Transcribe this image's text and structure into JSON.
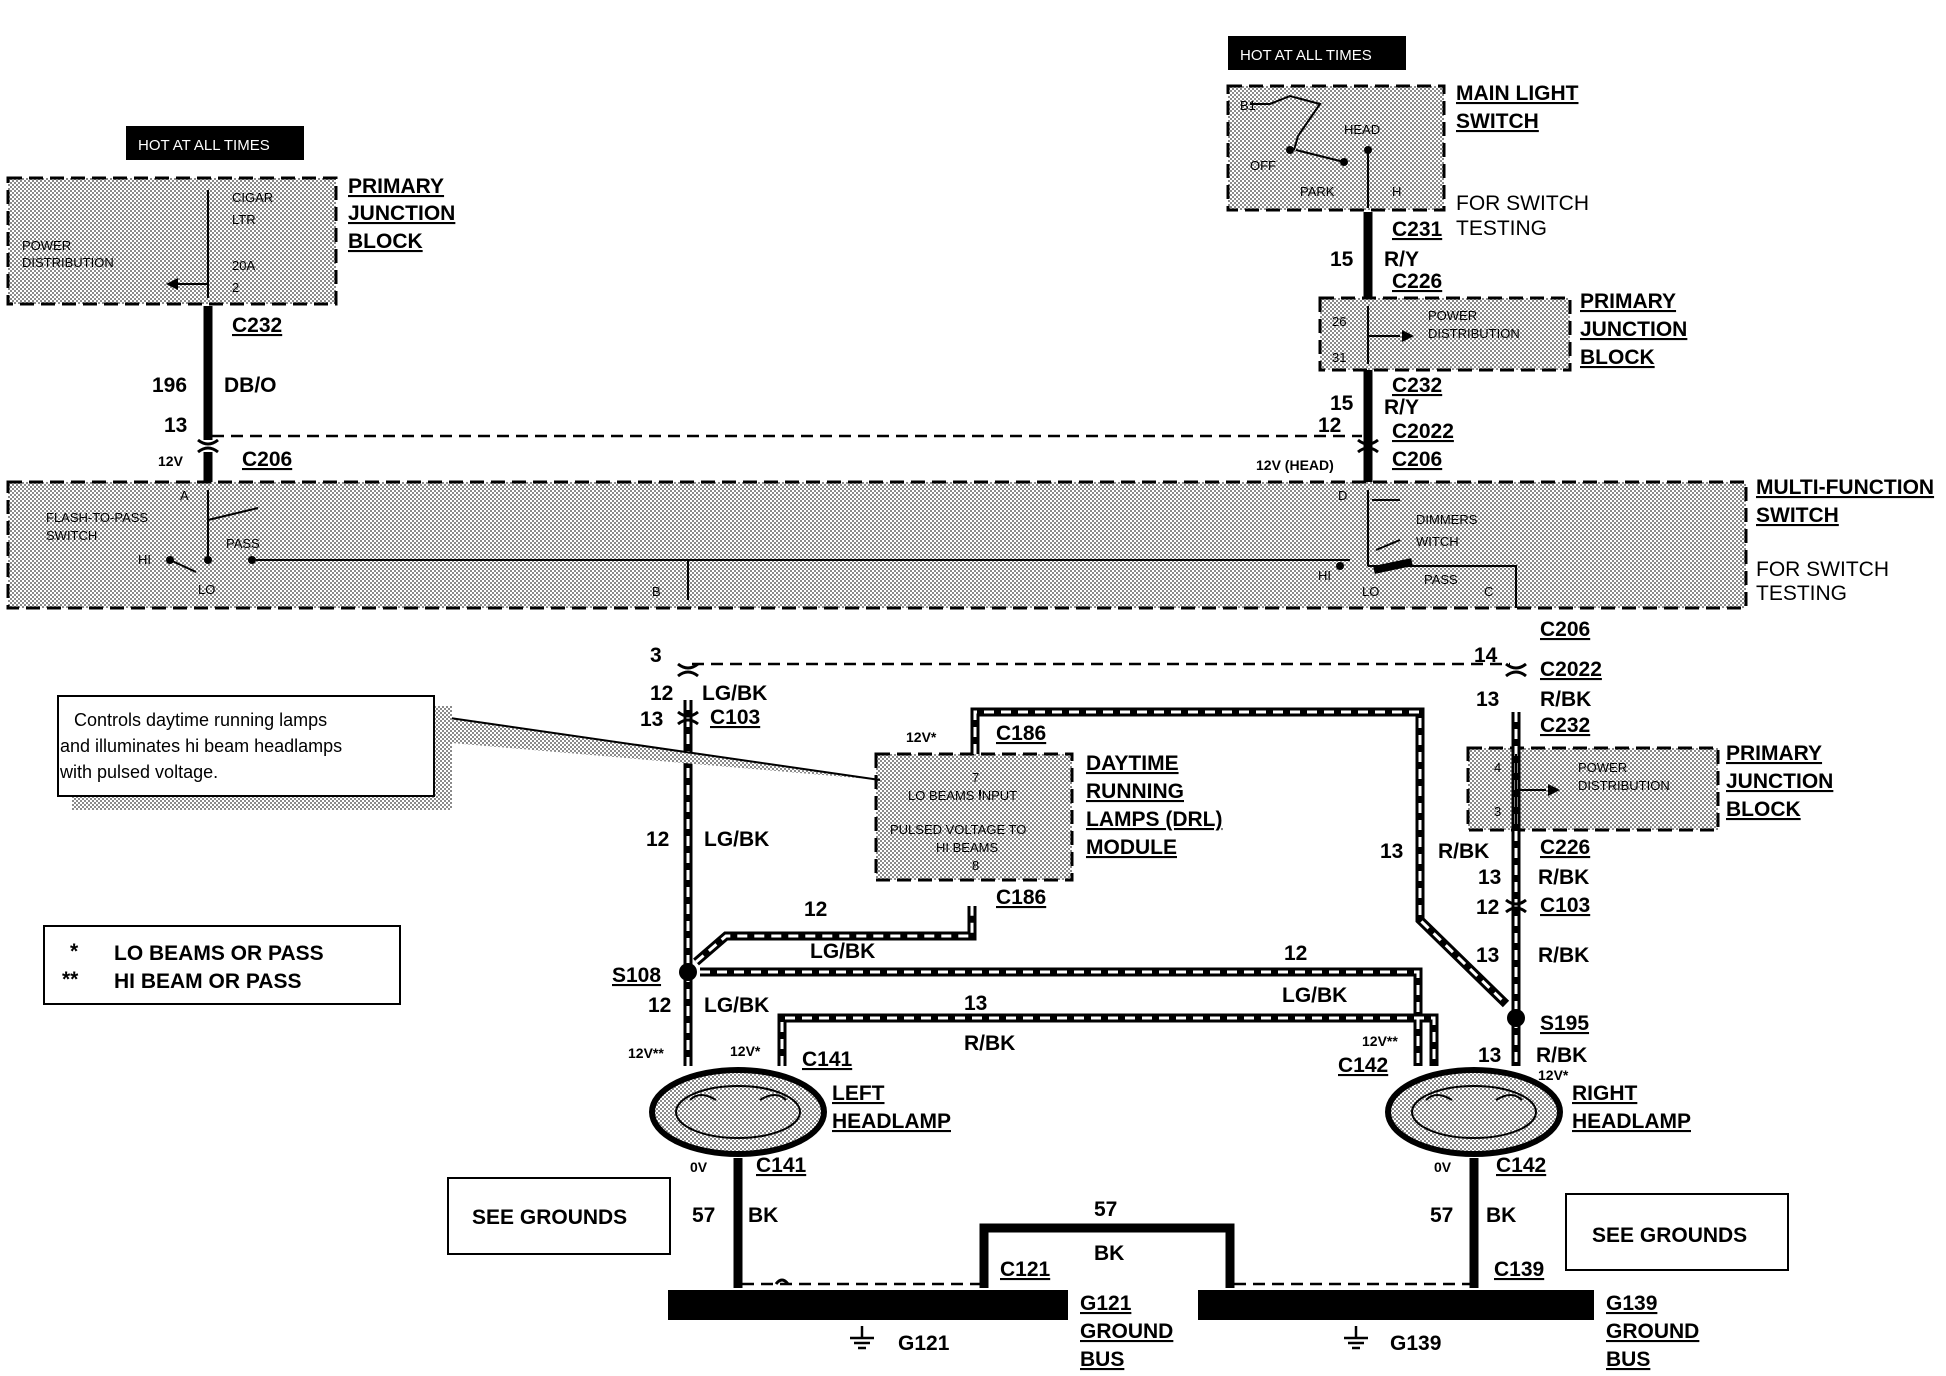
{
  "hot_tags": {
    "left": "HOT AT ALL TIMES",
    "right": "HOT AT ALL TIMES"
  },
  "pjb_label": [
    "PRIMARY",
    "JUNCTION",
    "BLOCK"
  ],
  "pjb_left": {
    "power": [
      "POWER",
      "DISTRIBUTION"
    ],
    "fuse": [
      "CIGAR",
      "LTR",
      "20A",
      "2"
    ]
  },
  "pjb_mid": {
    "power": [
      "POWER",
      "DISTRIBUTION"
    ],
    "pins": [
      "26",
      "31"
    ]
  },
  "pjb_right": {
    "power": [
      "POWER",
      "DISTRIBUTION"
    ],
    "pins": [
      "4",
      "3"
    ]
  },
  "main_switch": {
    "label": [
      "MAIN LIGHT",
      "SWITCH"
    ],
    "test": [
      "FOR SWITCH",
      "TESTING"
    ],
    "pins": {
      "b1": "B1",
      "head": "HEAD",
      "off": "OFF",
      "park": "PARK",
      "h": "H"
    }
  },
  "mfs": {
    "label": [
      "MULTI-FUNCTION",
      "SWITCH"
    ],
    "test": [
      "FOR SWITCH",
      "TESTING"
    ],
    "flash": [
      "FLASH-TO-PASS",
      "SWITCH"
    ],
    "pass": "PASS",
    "hi": "HI",
    "lo": "LO",
    "dimmer": [
      "DIMMERS",
      "WITCH"
    ],
    "pass2": "PASS",
    "hi2": "HI",
    "lo2": "LO",
    "pins": {
      "a": "A",
      "b": "B",
      "c": "C",
      "d": "D"
    }
  },
  "drl": {
    "label": [
      "DAYTIME",
      "RUNNING",
      "LAMPS (DRL)",
      "MODULE"
    ],
    "pin7": "7",
    "in": "LO BEAMS INPUT",
    "out": [
      "PULSED VOLTAGE TO",
      "HI BEAMS"
    ],
    "pin8": "8"
  },
  "callout": [
    "Controls daytime running lamps",
    "and illuminates hi beam headlamps",
    "with pulsed voltage."
  ],
  "legend": [
    {
      "sym": "*",
      "text": "LO BEAMS OR PASS"
    },
    {
      "sym": "**",
      "text": "HI BEAM OR PASS"
    }
  ],
  "lamps": {
    "left": [
      "LEFT",
      "HEADLAMP"
    ],
    "right": [
      "RIGHT",
      "HEADLAMP"
    ]
  },
  "see_grounds": "SEE GROUNDS",
  "ground_bus": {
    "left": [
      "G121",
      "GROUND",
      "BUS"
    ],
    "right": [
      "G139",
      "GROUND",
      "BUS"
    ],
    "left_sym": "G121",
    "right_sym": "G139"
  },
  "connectors": {
    "c232": "C232",
    "c206": "C206",
    "c231": "C231",
    "c226": "C226",
    "c2022": "C2022",
    "c103": "C103",
    "c186": "C186",
    "c141": "C141",
    "c142": "C142",
    "c121": "C121",
    "c139": "C139",
    "s108": "S108",
    "s195": "S195"
  },
  "wires": {
    "n196": "196",
    "dbo": "DB/O",
    "n13": "13",
    "n12": "12",
    "n15": "15",
    "ry": "R/Y",
    "n3": "3",
    "n14": "14",
    "lgbk": "LG/BK",
    "rbk": "R/BK",
    "n57": "57",
    "bk": "BK"
  },
  "volts": {
    "v12": "12V",
    "v12head": "12V (HEAD)",
    "v12s": "12V*",
    "v12ss": "12V**",
    "v0": "0V"
  }
}
